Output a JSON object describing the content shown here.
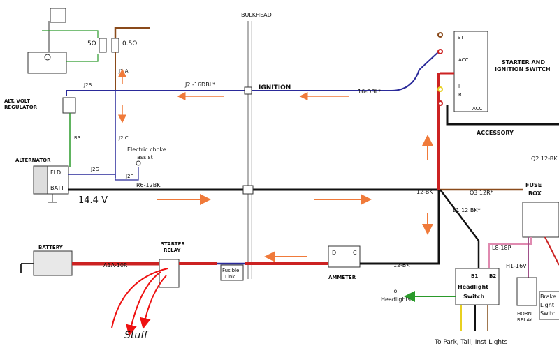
{
  "labels": {
    "bulkhead": "BULKHEAD",
    "ignition": "IGNITION",
    "starter_switch_1": "STARTER AND",
    "starter_switch_2": "IGNITION SWITCH",
    "st": "ST",
    "acc": "ACC",
    "acc2": "ACC",
    "i": "I",
    "r": "R",
    "accessory": "ACCESSORY",
    "q2": "Q2 12-BK",
    "fuse_box_1": "FUSE",
    "fuse_box_2": "BOX",
    "q3": "Q3 12R*",
    "twelve_bk_a": "12-BK",
    "twelve_bk_b": "12-BK",
    "l1": "L1 12 BK*",
    "l8": "L8-18P",
    "h1": "H1-16V",
    "horn_relay_1": "HORN",
    "horn_relay_2": "RELAY",
    "brake_1": "Brake",
    "brake_2": "Light",
    "brake_3": "Switc",
    "headlight_switch_1": "Headlight",
    "headlight_switch_2": "Switch",
    "b1": "B1",
    "b2": "B2",
    "to_headlights_1": "To",
    "to_headlights_2": "Headlights",
    "to_park": "To Park, Tail, Inst Lights",
    "ammeter": "AMMETER",
    "ammeter_d": "D",
    "ammeter_c": "C",
    "fusible_1": "Fusible",
    "fusible_2": "Link",
    "starter_relay_1": "STARTER",
    "starter_relay_2": "RELAY",
    "a1a": "A1A-10R",
    "battery": "BATTERY",
    "stuff": "Stuff",
    "voltage": "14.4 V",
    "alternator": "ALTERNATOR",
    "fld": "FLD",
    "batt": "BATT",
    "r6": "R6-12BK",
    "j2g": "J2G",
    "j2f": "J2F",
    "electric_choke_1": "Electric choke",
    "electric_choke_2": "assist",
    "r3": "R3",
    "j2c": "J2 C",
    "j2a": "J2 A",
    "j2b": "J2B",
    "j2_16dbl": "J2 -16DBL*",
    "sixteen_dbl": "16-DBL*",
    "alt_volt_1": "ALT. VOLT",
    "alt_volt_2": "REGULATOR",
    "five_ohm": "5Ω",
    "half_ohm": "0.5Ω"
  },
  "colors": {
    "power_red": "#cc2222",
    "wire_black": "#111111",
    "wire_blue": "#2a2a9a",
    "wire_green": "#2a9a2a",
    "wire_brown": "#8a4a1a",
    "wire_pink": "#e08ab0",
    "arrow_orange": "#f07a3a",
    "stuff_red": "#ee1111",
    "wire_yellow": "#e8d020",
    "wire_tan": "#a07850"
  }
}
